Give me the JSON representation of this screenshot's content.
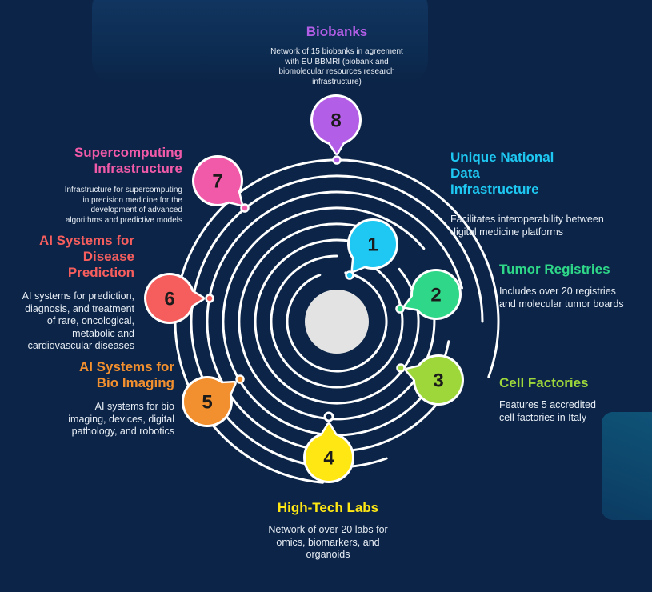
{
  "colors": {
    "background": "#0b2447",
    "ring": "#ffffff",
    "center": "#e3e3e3"
  },
  "nodes": [
    {
      "number": "1",
      "color": "#1ec8f2",
      "title": "Unique National\nData\nInfrastructure",
      "description": "Facilitates interoperability between digital medicine platforms"
    },
    {
      "number": "2",
      "color": "#2fd889",
      "title": "Tumor Registries",
      "description": "Includes over 20 registries and molecular tumor boards"
    },
    {
      "number": "3",
      "color": "#9ed73a",
      "title": "Cell Factories",
      "description": "Features 5 accredited cell factories in Italy"
    },
    {
      "number": "4",
      "color": "#ffe714",
      "title": "High-Tech Labs",
      "description": "Network of over 20 labs for omics, biomarkers, and organoids"
    },
    {
      "number": "5",
      "color": "#f28f2e",
      "title": "AI Systems for Bio Imaging",
      "description": "AI systems for bio imaging, devices, digital pathology, and robotics"
    },
    {
      "number": "6",
      "color": "#f65e5e",
      "title": "AI Systems for Disease Prediction",
      "description": "AI systems for prediction, diagnosis, and treatment of rare, oncological, metabolic and cardiovascular diseases"
    },
    {
      "number": "7",
      "color": "#f15aa8",
      "title": "Supercomputing Infrastructure",
      "description": "Infrastructure for supercomputing in precision medicine for the development of advanced algorithms and predictive models"
    },
    {
      "number": "8",
      "color": "#b35ee6",
      "title": "Biobanks",
      "description": "Network of 15 biobanks in agreement with EU BBMRI (biobank and biomolecular resources research infrastructure)"
    }
  ]
}
